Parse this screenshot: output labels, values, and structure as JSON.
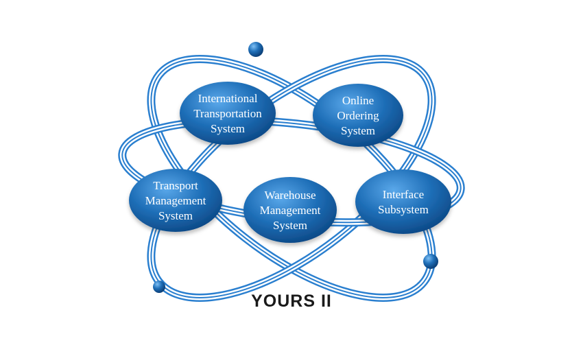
{
  "diagram": {
    "caption": "YOURS II",
    "nodes": [
      {
        "id": "international",
        "lines": [
          "International",
          "Transportation",
          "System"
        ]
      },
      {
        "id": "online",
        "lines": [
          "Online",
          "Ordering",
          "System"
        ]
      },
      {
        "id": "transport",
        "lines": [
          "Transport",
          "Management",
          "System"
        ]
      },
      {
        "id": "warehouse",
        "lines": [
          "Warehouse",
          "Management",
          "System"
        ]
      },
      {
        "id": "interface",
        "lines": [
          "Interface",
          "Subsystem"
        ]
      }
    ],
    "colors": {
      "node_fill": "#1f6fb8",
      "node_dark": "#0e4f8f",
      "node_light": "#4e9be0",
      "orbit": "#2a7fcf",
      "caption": "#1a1a1a",
      "background": "#ffffff"
    }
  }
}
